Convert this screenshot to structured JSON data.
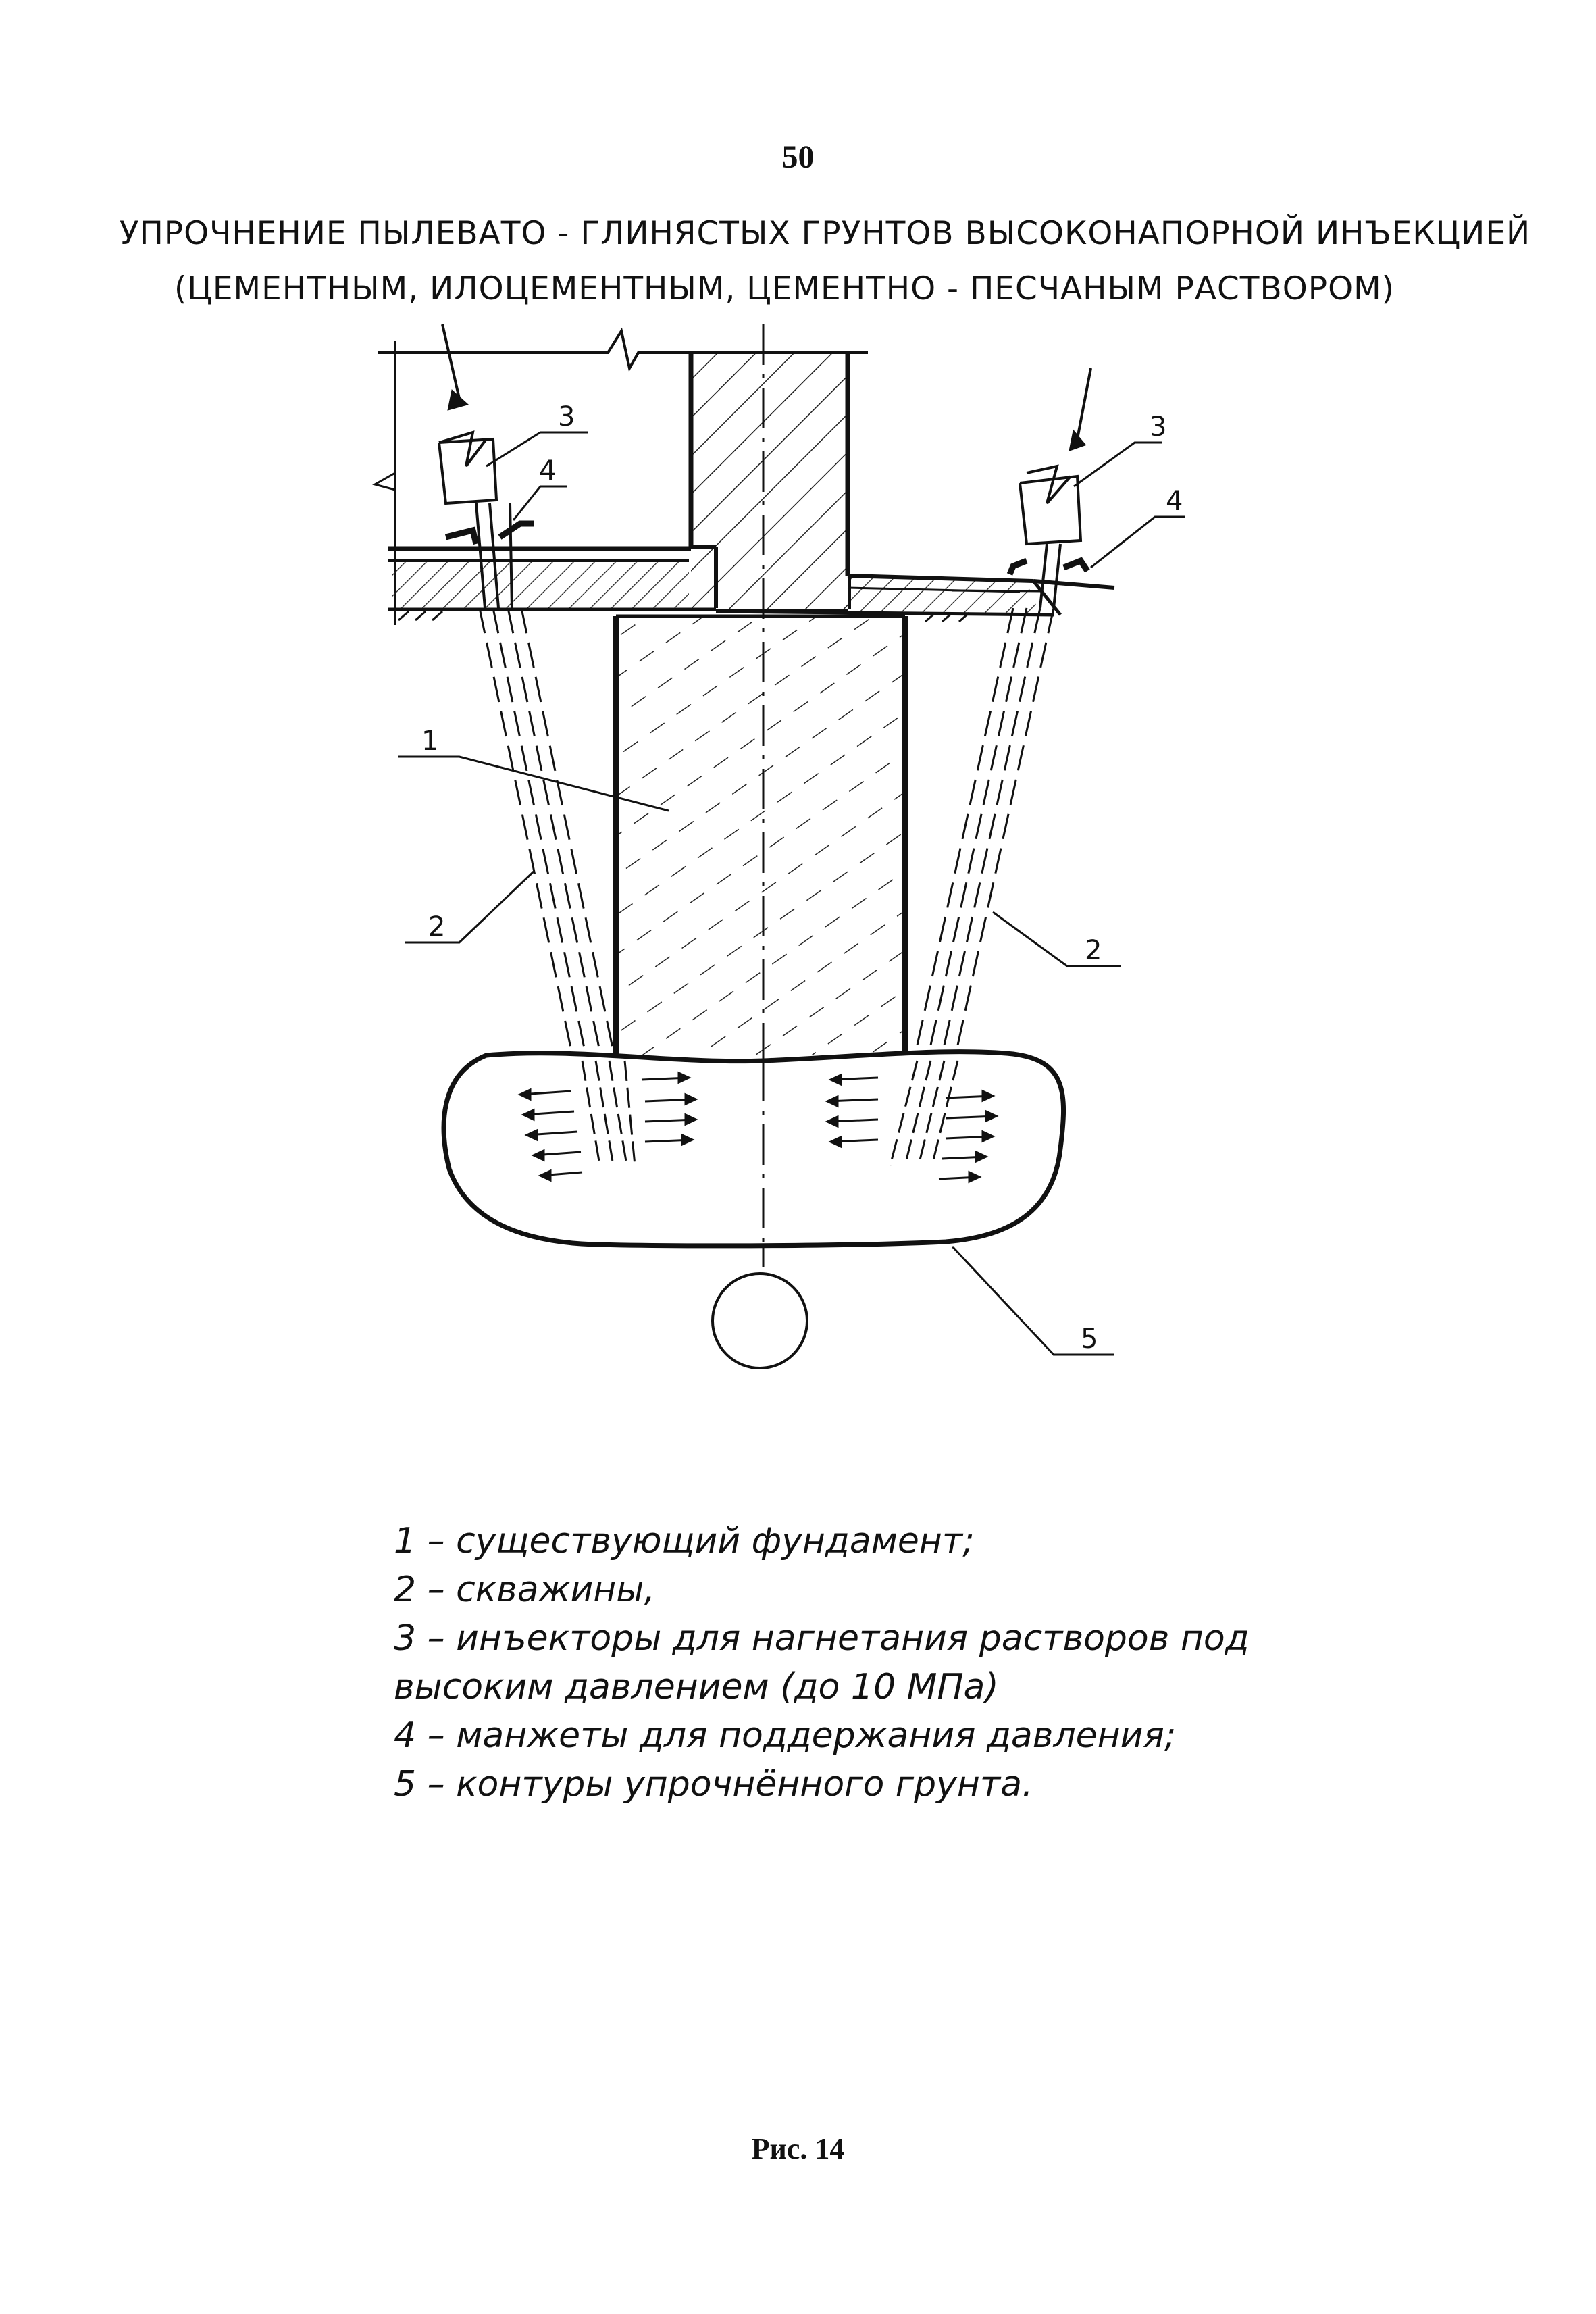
{
  "page_number": "50",
  "title": {
    "line1": "УПРОЧНЕНИЕ ПЫЛЕВАТО - ГЛИНЯСТЫХ ГРУНТОВ ВЫСОКОНАПОРНОЙ ИНЪЕКЦИЕЙ",
    "line2": "(ЦЕМЕНТНЫМ, ИЛОЦЕМЕНТНЫМ, ЦЕМЕНТНО - ПЕСЧАНЫМ РАСТВОРОМ)"
  },
  "diagram": {
    "callouts": {
      "foundation": "1",
      "well_left": "2",
      "well_right": "2",
      "injector_left": "3",
      "injector_right": "3",
      "cuff_left": "4",
      "cuff_right": "4",
      "soil_contour": "5"
    }
  },
  "legend": [
    "1 – существующий фундамент;",
    "2 – скважины,",
    "3 – инъекторы для нагнетания растворов под",
    "высоким давлением (до 10 МПа)",
    "4 – манжеты для поддержания давления;",
    "5 – контуры упрочнённого грунта."
  ],
  "caption": "Рис. 14"
}
